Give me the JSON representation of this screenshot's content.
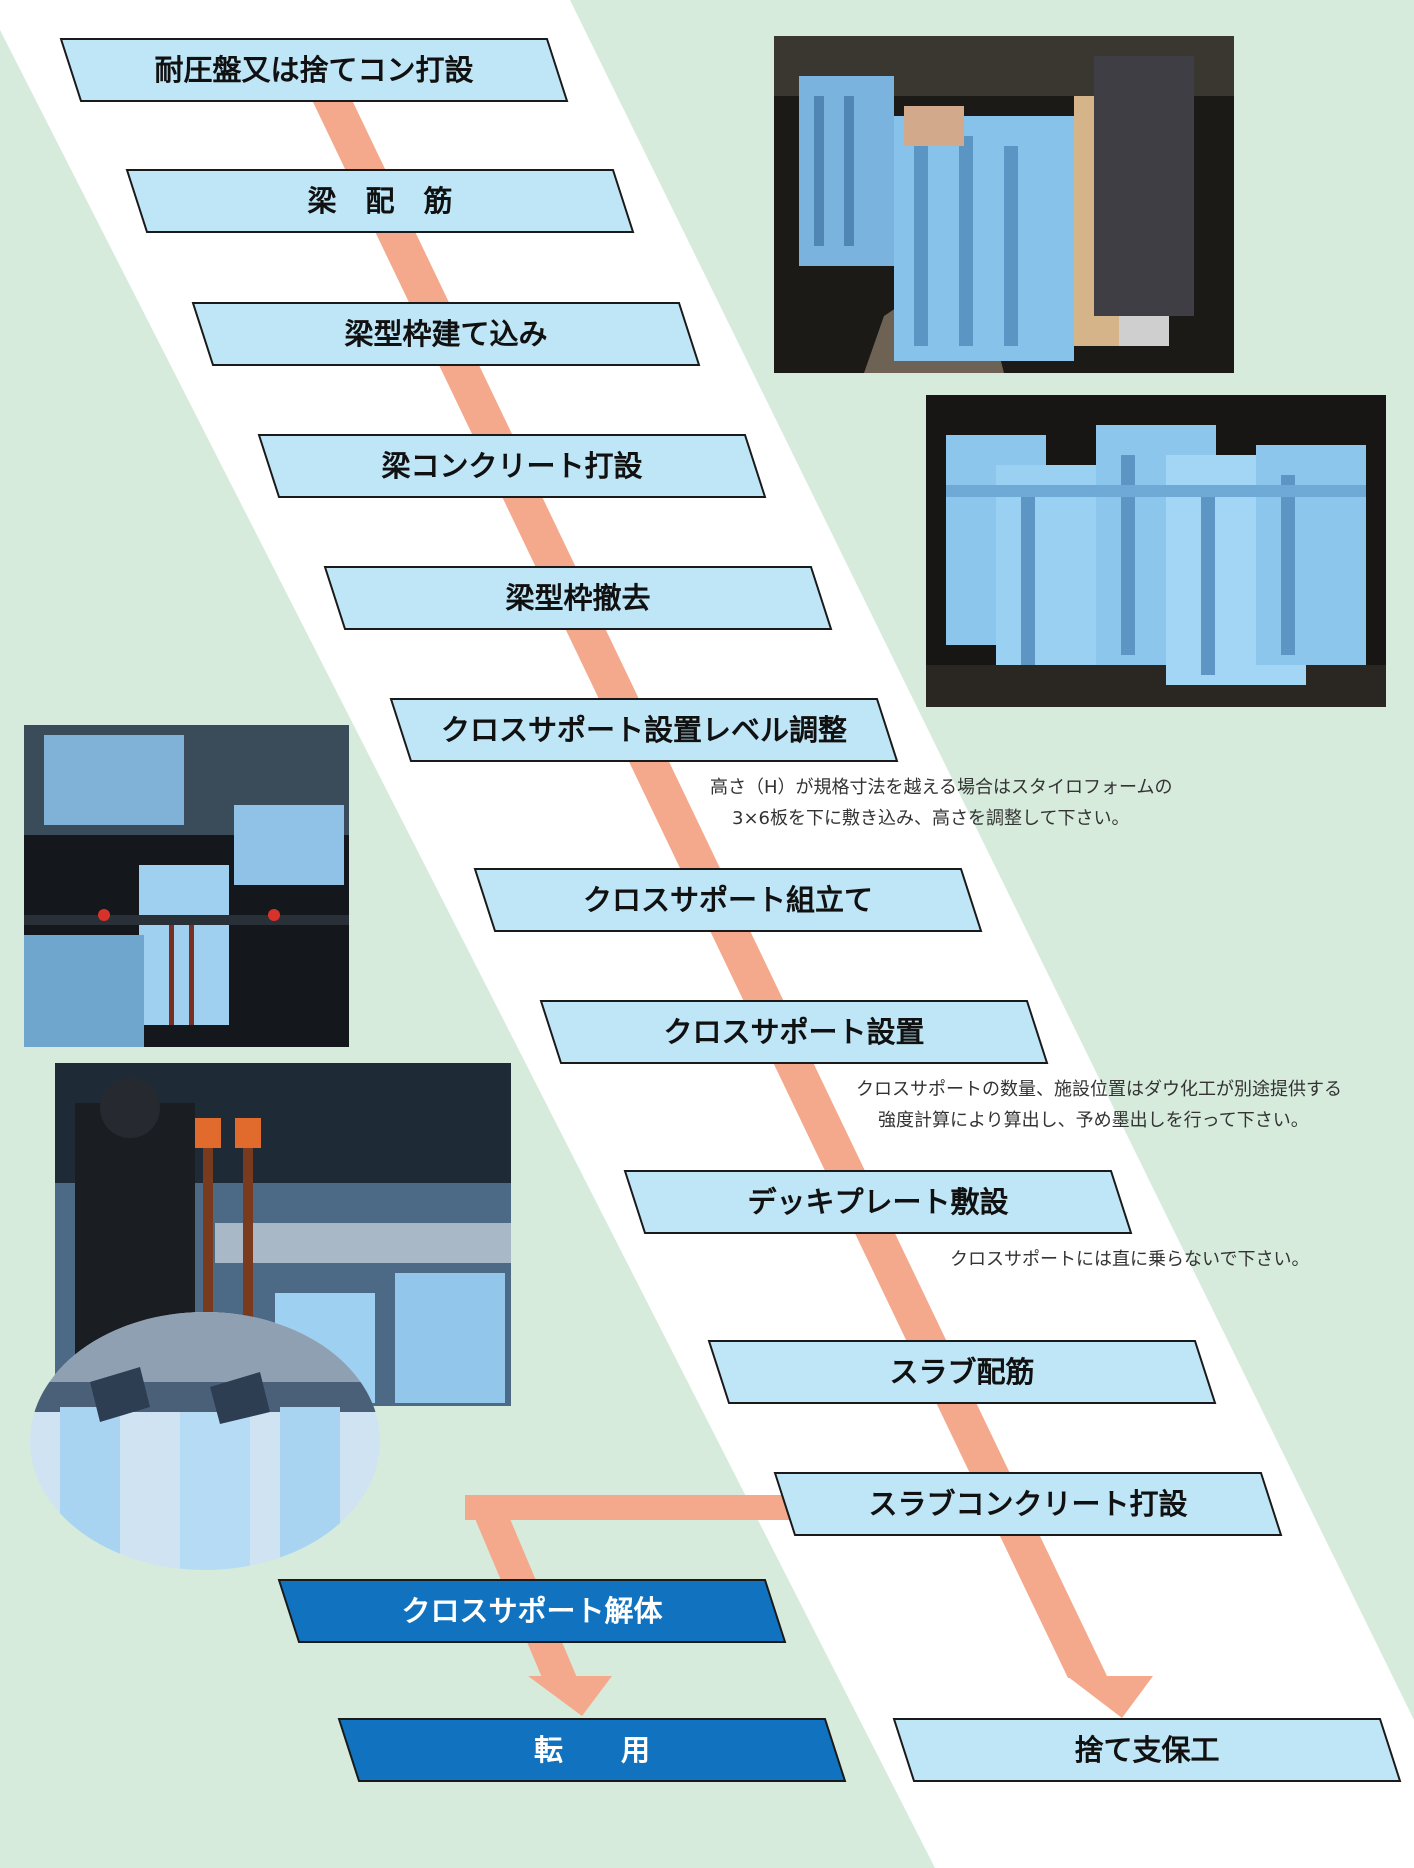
{
  "colors": {
    "background_green": "#d6ebdc",
    "band_white": "#ffffff",
    "step_fill": "#bfe6f7",
    "step_dark_fill": "#1173bf",
    "arrow": "#f5a98c"
  },
  "steps": [
    {
      "label": "耐圧盤又は捨てコン打設"
    },
    {
      "label": "梁　配　筋"
    },
    {
      "label": "梁型枠建て込み"
    },
    {
      "label": "梁コンクリート打設"
    },
    {
      "label": "梁型枠撤去"
    },
    {
      "label": "クロスサポート設置レベル調整"
    },
    {
      "label": "クロスサポート組立て"
    },
    {
      "label": "クロスサポート設置"
    },
    {
      "label": "デッキプレート敷設"
    },
    {
      "label": "スラブ配筋"
    },
    {
      "label": "スラブコンクリート打設"
    }
  ],
  "branch_left": {
    "step1": "クロスサポート解体",
    "step2": "転　　用"
  },
  "branch_right": {
    "step1": "捨て支保工"
  },
  "notes": {
    "level_line1": "高さ（H）が規格寸法を越える場合はスタイロフォームの",
    "level_line2": "3×6板を下に敷き込み、高さを調整して下さい。",
    "install_line1": "クロスサポートの数量、施設位置はダウ化工が別途提供する",
    "install_line2": "強度計算により算出し、予め墨出しを行って下さい。",
    "deck_line1": "クロスサポートには直に乗らないで下さい。"
  },
  "photos": [
    {
      "name": "assembly-photo"
    },
    {
      "name": "cross-support-grid-photo"
    },
    {
      "name": "site-installation-photo"
    },
    {
      "name": "workers-site-photo"
    },
    {
      "name": "deck-closeup-photo"
    }
  ]
}
